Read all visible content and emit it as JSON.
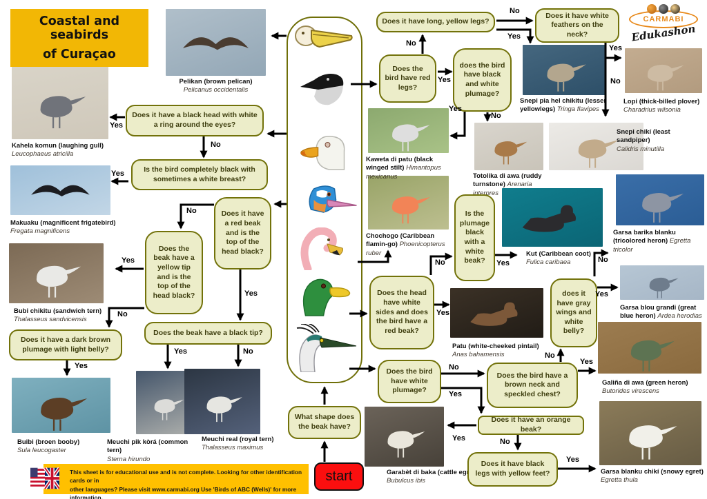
{
  "title": {
    "line1": "Coastal and seabirds",
    "line2": "of Curaçao"
  },
  "labels": {
    "yes": "Yes",
    "no": "No"
  },
  "logo": {
    "org": "CARMABI",
    "sub": "Edukashon"
  },
  "start_label": "start",
  "footer": {
    "line1": "This sheet is for educational use and is not  complete. Looking for other identification cards or in",
    "line2": "other languages? Please visit www.carmabi.org  Use 'Birds of ABC (Wells)' for more information."
  },
  "questions": {
    "long_yellow_legs": "Does it have long, yellow legs?",
    "white_feathers_neck": "Does it have white feathers on the neck?",
    "red_legs": "Does the bird have red legs?",
    "black_white_plumage": "does the bird have black and white plumage?",
    "black_head_white_ring": "Does it have a black head with white a ring around the eyes?",
    "completely_black": "Is the bird completely black with sometimes a white breast?",
    "red_beak_top_black": "Does it have a red beak and is the top of the head black?",
    "yellow_tip_top_black": "Does the beak have a yellow tip and is the top of the head black?",
    "beak_black_tip": "Does the beak have a black tip?",
    "plumage_black_white_beak": "Is the plumage black with a white beak?",
    "head_white_sides_red_beak": "Does the head have white sides and does the bird have a red beak?",
    "gray_wings_white_belly": "does it have gray wings and white belly?",
    "dark_brown_light_belly": "Does it have a dark brown plumage with light belly?",
    "white_plumage": "Does the bird have white plumage?",
    "brown_neck_speckled": "Does the bird have a brown neck and speckled chest?",
    "orange_beak": "Does it have an orange beak?",
    "black_legs_yellow_feet": "Does it have black legs with yellow feet?",
    "beak_shape": "What shape does the beak have?"
  },
  "birds": {
    "pelican": {
      "name": "Pelikan (brown pelican)",
      "species": "Pelicanus occidentalis"
    },
    "laughing_gull": {
      "name": "Kahela komun (laughing gull)",
      "species": "Leucophaeus atricilla"
    },
    "frigatebird": {
      "name": "Makuaku  (magnificent frigatebird)",
      "species": "Fregata magnificens"
    },
    "sandwich_tern": {
      "name": "Bubi chikitu (sandwich tern)",
      "species": "Thalasseus sandvicensis"
    },
    "brown_booby": {
      "name": "Buibi (broen booby)",
      "species": "Sula leucogaster"
    },
    "common_tern": {
      "name": "Meuchi pik kòrá (common tern)",
      "species": "Sterna hirundo"
    },
    "royal_tern": {
      "name": "Meuchi real (royal tern)",
      "species": "Thalasseus maximus"
    },
    "stilt": {
      "name": "Kaweta di patu (black winged stilt)",
      "species": "Himantopus mexicanus"
    },
    "flamingo": {
      "name": "Chochogo (Caribbean flamin-go)",
      "species": "Phoenicopterus ruber"
    },
    "yellowlegs": {
      "name": "Snepi pia hel chikitu (lesser yellowlegs)",
      "species": "Tringa flavipes"
    },
    "plover": {
      "name": "Lopi (thick-billed plover)",
      "species": "Charadrius wilsonia"
    },
    "turnstone": {
      "name": "Totolika di awa (ruddy turnstone)",
      "species": "Arenaria interpres"
    },
    "sandpiper": {
      "name": "Snepi chikí (least sandpiper)",
      "species": "Calidris minutilla"
    },
    "coot": {
      "name": "Kut (Caribbean coot)",
      "species": "Fulica caribaea"
    },
    "tricolored_heron": {
      "name": "Garsa barika blanku (tricolored heron)",
      "species": "Egretta tricolor"
    },
    "pintail": {
      "name": "Patu (white-cheeked pintail)",
      "species": "Anas  bahamensis"
    },
    "great_blue_heron": {
      "name": "Garsa blou grandi (great blue heron)",
      "species": "Ardea herodias"
    },
    "green_heron": {
      "name": "Galiña di awa (green heron)",
      "species": "Butorides  virescens"
    },
    "cattle_egret": {
      "name": "Garabèt di baka (cattle egret)",
      "species": "Bubulcus ibis"
    },
    "snowy_egret": {
      "name": "Garsa blanku chikí (snowy egret)",
      "species": "Egretta thula"
    }
  },
  "colors": {
    "title_bg": "#f2b705",
    "footer_bg": "#ffc000",
    "start_bg": "#fb0f0f",
    "box_fill": "#ecedc9",
    "box_border": "#72720a",
    "logo_orange": "#e8891a"
  }
}
